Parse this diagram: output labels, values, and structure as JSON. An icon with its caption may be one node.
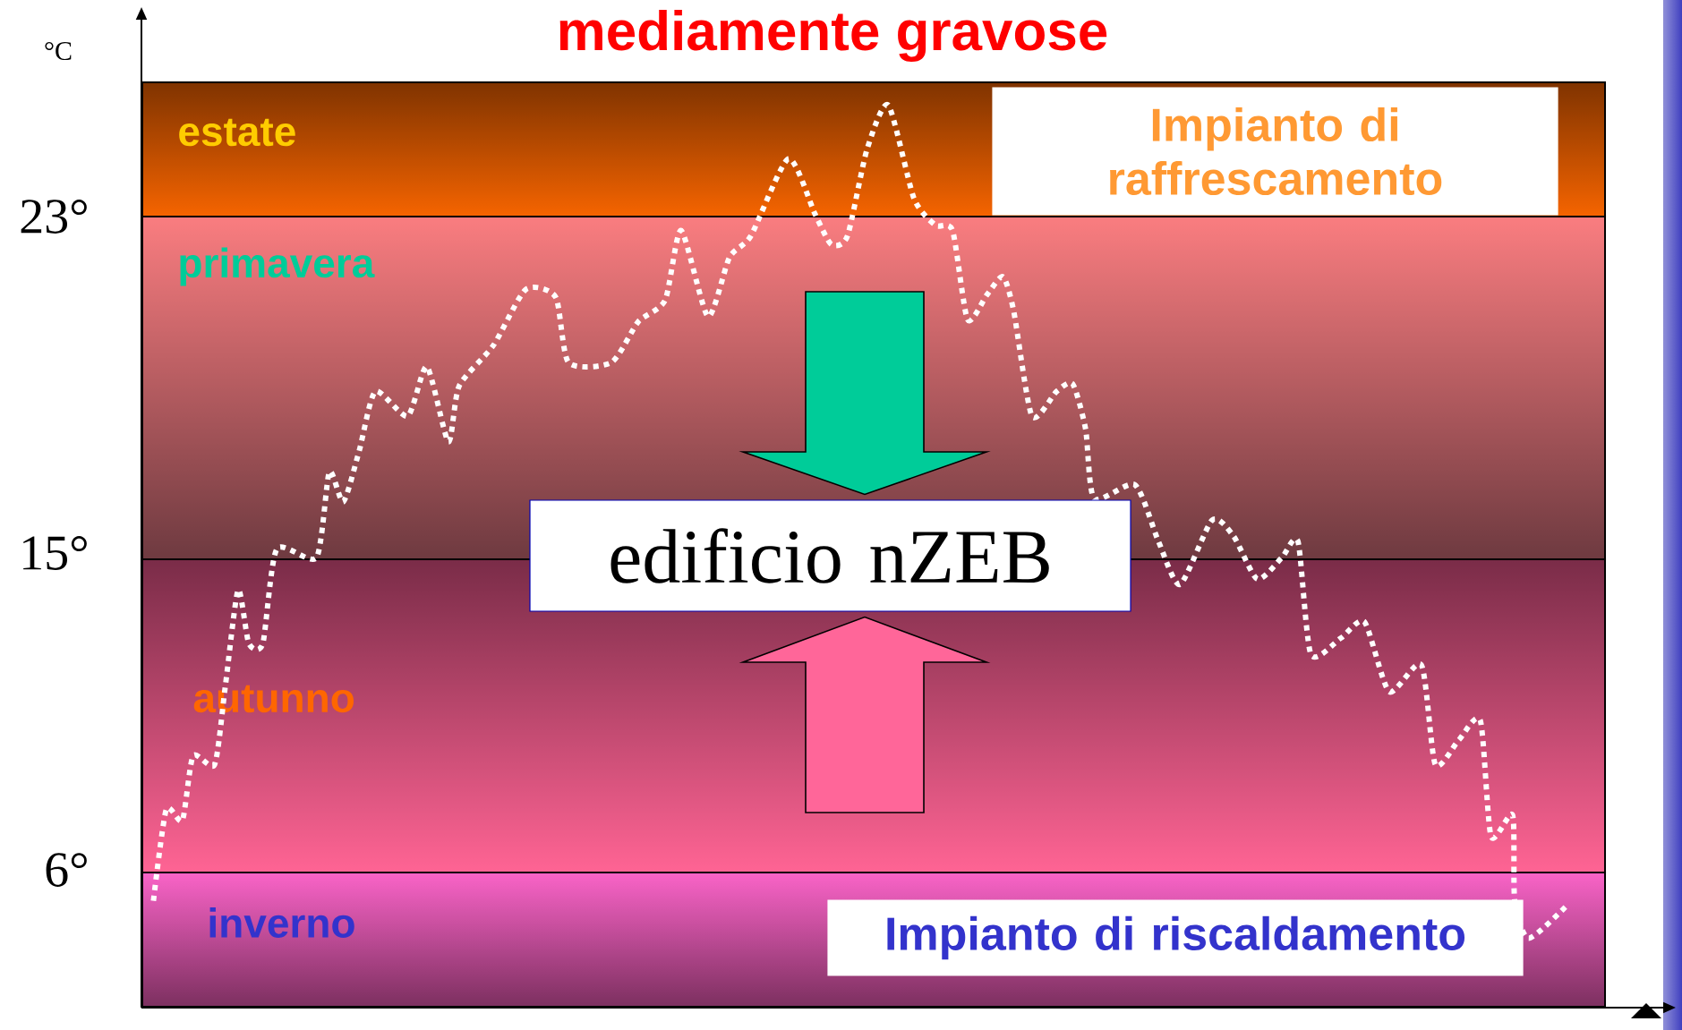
{
  "diagram": {
    "title": "mediamente gravose",
    "nodes": [
      {
        "text": [
          "estate"
        ]
      },
      {
        "text": [
          "Impianto di raffrescamento"
        ],
        "in": 0
      },
      {
        "text": [
          "primavera"
        ]
      },
      {
        "text": [
          "autunno"
        ]
      },
      {
        "text": [
          "edificio nZEB"
        ]
      },
      {
        "text": [
          "inverno"
        ]
      },
      {
        "text": [
          "Impianto di riscaldamento"
        ],
        "in": 5
      }
    ],
    "edges": [
      {
        "from": null,
        "to": 4,
        "arrow": "to",
        "color": "#00cc99"
      },
      {
        "from": null,
        "to": 4,
        "arrow": "to",
        "color": "#ff6699"
      }
    ],
    "labels": [
      "°C",
      "23°",
      "15°",
      "6°"
    ]
  }
}
